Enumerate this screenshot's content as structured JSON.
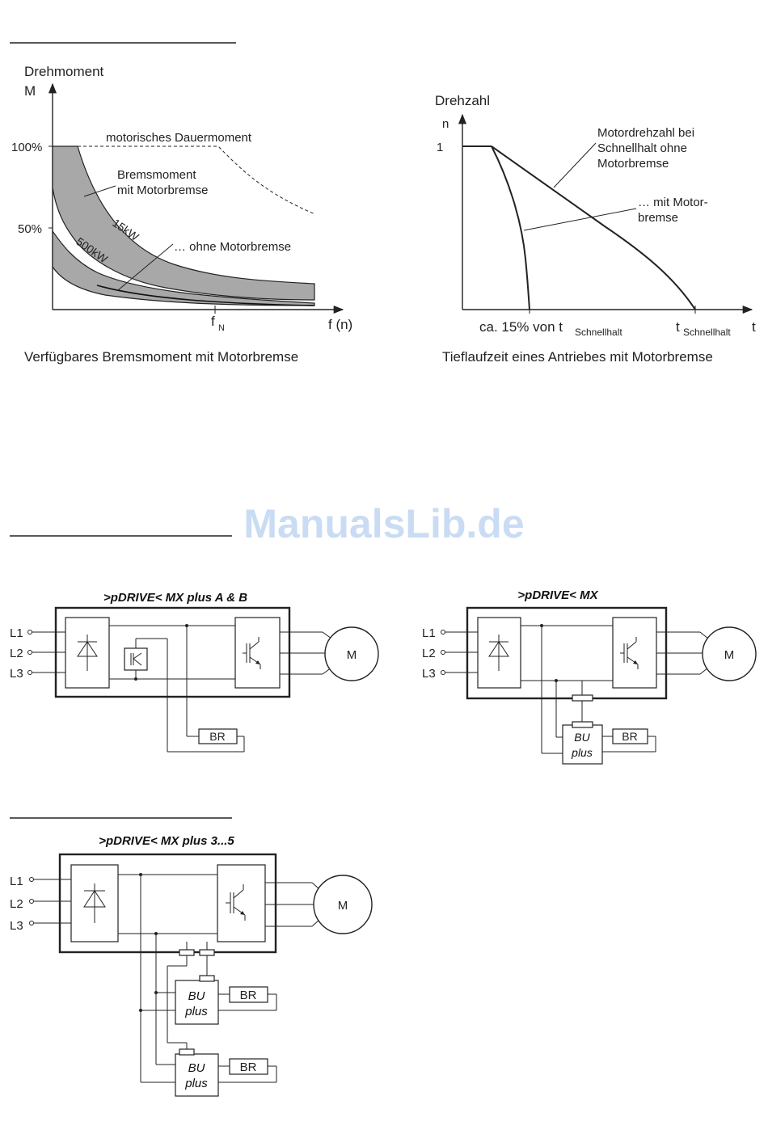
{
  "watermark": "ManualsLib.de",
  "chart1": {
    "ylabel": "Drehmoment",
    "ysymbol": "M",
    "ytick_100": "100%",
    "ytick_50": "50%",
    "continuous_label": "motorisches Dauermoment",
    "brake_label_1": "Bremsmoment",
    "brake_label_2": "mit Motorbremse",
    "label_15kw": "15kW",
    "label_500kw": "500kW",
    "without_label": "… ohne Motorbremse",
    "x_fn": "f",
    "x_fn_sub": "N",
    "xlabel": "f (n)",
    "caption": "Verfügbares Bremsmoment mit Motorbremse"
  },
  "chart2": {
    "ylabel": "Drehzahl",
    "ysymbol": "n",
    "ytick_1": "1",
    "label_a1": "Motordrehzahl bei",
    "label_a2": "Schnellhalt ohne",
    "label_a3": "Motorbremse",
    "label_b1": "… mit Motor-",
    "label_b2": "bremse",
    "x_ca": "ca. 15% von t",
    "x_ca_sub": "Schnellhalt",
    "x_t": "t",
    "x_t_sub": "Schnellhalt",
    "xlabel": "t",
    "caption": "Tieflaufzeit eines Antriebes mit Motorbremse"
  },
  "diagram_ab": {
    "title": ">pDRIVE< MX plus A & B",
    "br": "BR",
    "motor": "M"
  },
  "diagram_mx": {
    "title": ">pDRIVE< MX",
    "br": "BR",
    "motor": "M",
    "bu1": "BU",
    "bu2": "plus"
  },
  "diagram_35": {
    "title": ">pDRIVE< MX plus 3...5",
    "br": "BR",
    "motor": "M",
    "bu1": "BU",
    "bu2": "plus"
  },
  "phases": [
    "L1",
    "L2",
    "L3"
  ]
}
